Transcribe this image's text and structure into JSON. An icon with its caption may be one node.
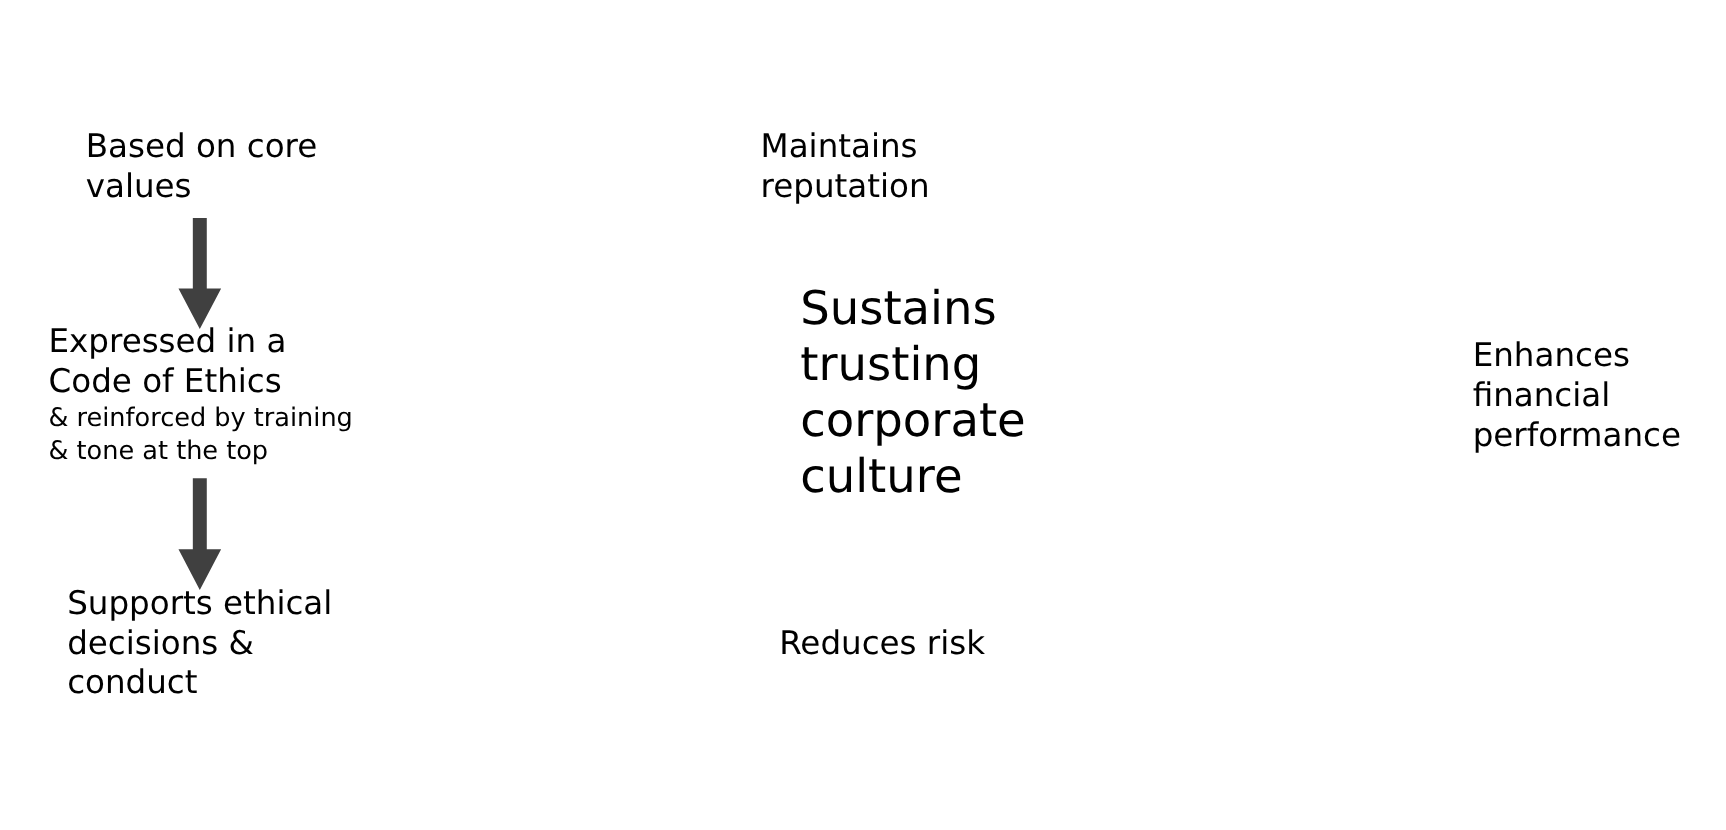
{
  "diagram": {
    "nodes": [
      {
        "text": [
          "Based on core values"
        ]
      },
      {
        "text": [
          "Expressed in a Code of Ethics",
          "& reinforced by training & tone at the top"
        ]
      },
      {
        "text": [
          "Supports ethical decisions & conduct"
        ]
      },
      {
        "text": [
          "Sustains trusting corporate culture"
        ]
      },
      {
        "text": [
          "Maintains reputation"
        ]
      },
      {
        "text": [
          "Enhances financial performance"
        ]
      },
      {
        "text": [
          "Reduces risk"
        ]
      }
    ],
    "edges": [
      {
        "from": 0,
        "to": 1,
        "arrow": "to"
      },
      {
        "from": 1,
        "to": 2,
        "arrow": "to"
      }
    ]
  }
}
